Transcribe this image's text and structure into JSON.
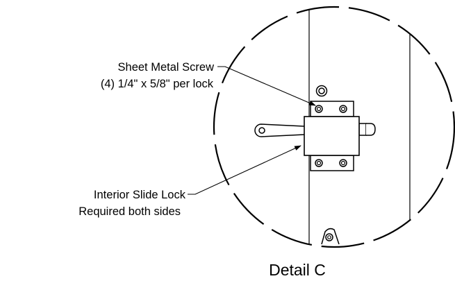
{
  "callouts": {
    "screw": {
      "line1": "Sheet Metal Screw",
      "line2": "(4) 1/4\" x 5/8\" per lock"
    },
    "slide_lock": {
      "line1": "Interior Slide Lock",
      "line2": "Required both sides"
    }
  },
  "detail_title": "Detail C",
  "colors": {
    "ink": "#000000",
    "background": "#ffffff"
  }
}
